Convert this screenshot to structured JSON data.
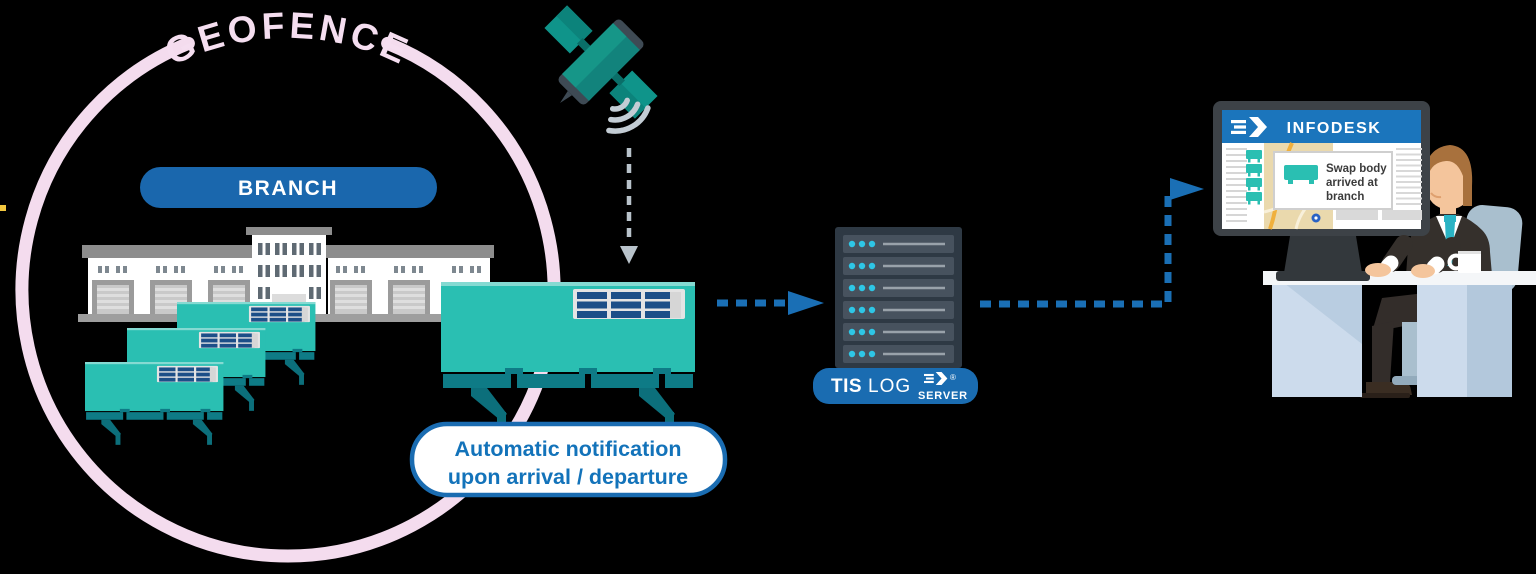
{
  "scene": {
    "background": "#000000"
  },
  "geofence": {
    "label": "GEOFENCE"
  },
  "branch": {
    "label": "BRANCH",
    "pill_color": "#1a67ad"
  },
  "notification": {
    "line1": "Automatic notification",
    "line2": "upon arrival / departure",
    "border_color": "#1a6cb1",
    "text_color": "#1373ba"
  },
  "server_badge": {
    "tis": "TIS",
    "log": "LOG",
    "registered": "®",
    "label": "SERVER",
    "pill_color": "#1a6cb1"
  },
  "infodesk": {
    "title": "INFODESK",
    "header_color": "#1b75bc",
    "popup_lines": [
      "Swap body",
      "arrived at",
      "branch"
    ]
  },
  "icons": {
    "satellite": "satellite-icon",
    "signal_waves": "signal-waves-icon",
    "building": "branch-building",
    "swap_body": "swap-body-icon",
    "server_rack": "server-rack-icon",
    "monitor": "infodesk-monitor",
    "speed_arrow_logo": "tis-speed-arrow-icon",
    "person": "dispatcher-person",
    "coffee_mug": "coffee-mug-icon"
  },
  "palette": {
    "teal": "#2abfb2",
    "teal_dark": "#0e7b86",
    "pink": "#f4dcee",
    "blue": "#1a6cb1",
    "blue_arrow": "#1a6fb5",
    "gray_arrow": "#b9c3cb",
    "server_dark": "#2e3944",
    "server_unit": "#47525e",
    "dot_cyan": "#2ec6e6"
  }
}
